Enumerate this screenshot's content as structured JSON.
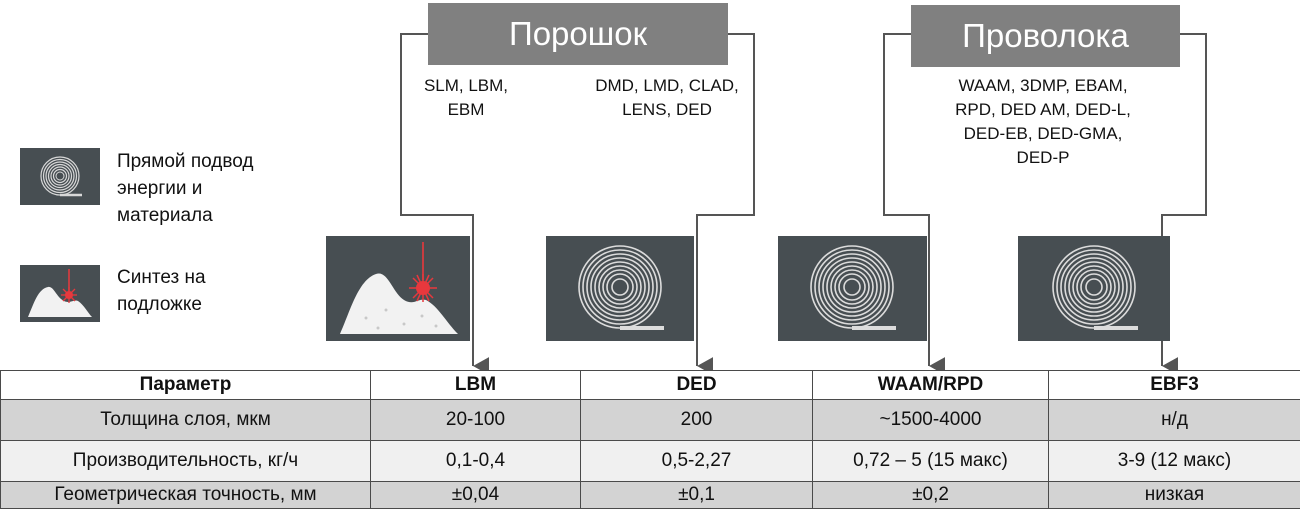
{
  "groups": {
    "powder": {
      "title": "Порошок"
    },
    "wire": {
      "title": "Проволока"
    }
  },
  "tech_lists": {
    "lbm": [
      "SLM, LBM,",
      "EBM"
    ],
    "ded": [
      "DMD, LMD, CLAD,",
      "LENS, DED"
    ],
    "wire": [
      "WAAM, 3DMP, EBAM,",
      "RPD, DED AM, DED-L,",
      "DED-EB, DED-GMA,",
      "DED-P"
    ]
  },
  "legend": {
    "direct": {
      "icon": "coil-icon",
      "label_lines": [
        "Прямой подвод",
        "энергии и",
        "материала"
      ]
    },
    "bed": {
      "icon": "powder-bed-laser-icon",
      "label_lines": [
        "Синтез на",
        "подложке"
      ]
    }
  },
  "colors": {
    "tile_bg": "#474e52",
    "group_box": "#808080",
    "laser": "#e8383d",
    "row_odd": "#d3d3d3",
    "row_even": "#f0f0f0"
  },
  "table": {
    "headers": [
      "Параметр",
      "LBM",
      "DED",
      "WAAM/RPD",
      "EBF3"
    ],
    "rows": [
      [
        "Толщина слоя, мкм",
        "20-100",
        "200",
        "~1500-4000",
        "н/д"
      ],
      [
        "Производительность, кг/ч",
        "0,1-0,4",
        "0,5-2,27",
        "0,72 – 5 (15 макс)",
        "3-9 (12 макс)"
      ],
      [
        "Геометрическая точность, мм",
        "±0,04",
        "±0,1",
        "±0,2",
        "низкая"
      ]
    ]
  }
}
